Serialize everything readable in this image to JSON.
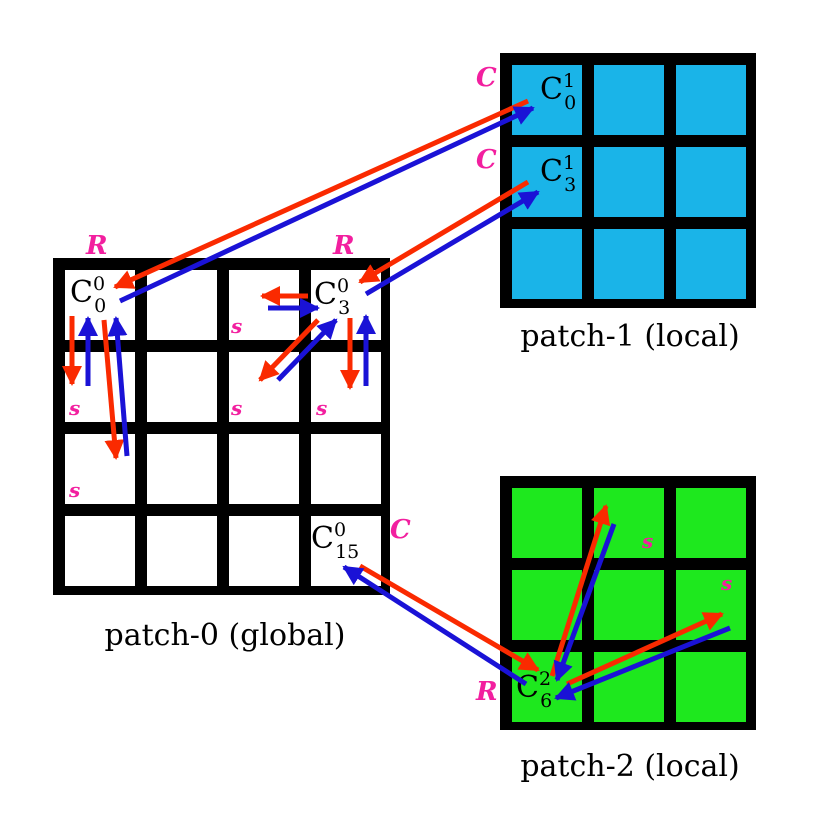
{
  "colors": {
    "grid_line": "#000000",
    "patch0_fill": "#ffffff",
    "patch1_fill": "#1ab4e8",
    "patch2_fill": "#1ee81e",
    "red_arrow": "#fa2a00",
    "blue_arrow": "#1a12d6",
    "marker_text": "#f21f9f"
  },
  "patches": {
    "patch0": {
      "title": "patch-0 (global)"
    },
    "patch1": {
      "title": "patch-1 (local)"
    },
    "patch2": {
      "title": "patch-2 (local)"
    }
  },
  "cells": {
    "c0_0": {
      "base": "C",
      "sup": "0",
      "sub": "0"
    },
    "c0_3": {
      "base": "C",
      "sup": "0",
      "sub": "3"
    },
    "c0_15": {
      "base": "C",
      "sup": "0",
      "sub": "15"
    },
    "c1_0": {
      "base": "C",
      "sup": "1",
      "sub": "0"
    },
    "c1_3": {
      "base": "C",
      "sup": "1",
      "sub": "3"
    },
    "c2_6": {
      "base": "C",
      "sup": "2",
      "sub": "6"
    }
  },
  "markers": {
    "R": "R",
    "C": "C",
    "S": "s"
  }
}
